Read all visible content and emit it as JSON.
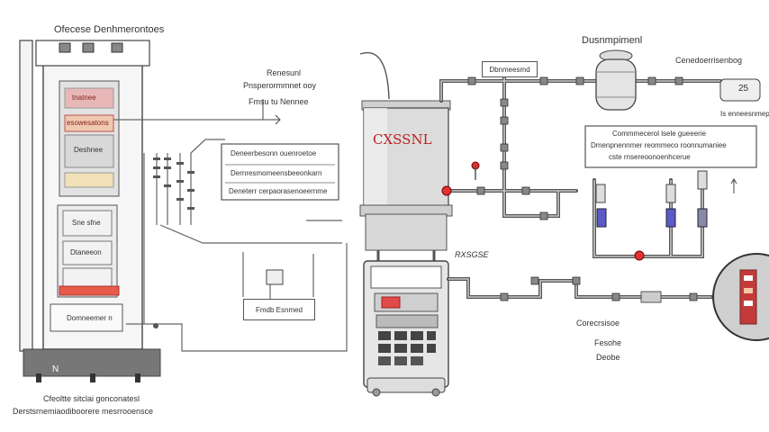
{
  "labels": {
    "top_left_title": "Ofecese Denhmerontoes",
    "note_title": "Renesunl",
    "note_line1": "Pnsperormmnet ooy",
    "note_line2": "Fmsu tu Nennee",
    "top_right_title": "Dusnmpimenl",
    "top_right_label": "Cenedoerrisenbog",
    "vessel_text": "CXSSNL",
    "top_box": "Dbnmeesmd",
    "right_small": "25",
    "right_small_caption": "Is enneesnmep",
    "right_box_line1": "Commmecerol lsele gueeerie",
    "right_box_line2": "Dmenpnennmer reommeco roonnumaniee",
    "right_box_line3": "cste rnsereoonoenhcerue",
    "panel_row1": "Deneerbesonn ouenroetoe",
    "panel_row2": "Dernresmomeensbeeonkarn",
    "panel_row3": "Deneterr cerpaorasenoeernme",
    "lower_box": "Fmdb Esnmed",
    "controller_label": "RXSGSE",
    "left_block1": "tnatnee",
    "left_block2": "esowesatons",
    "left_block3": "Deshnee",
    "left_block4": "Sne sfne",
    "left_block5": "Dtaneeon",
    "left_block6": "Domneemer n",
    "n_label": "N",
    "bottom_left_line1": "Cfeoltte sitclai gonconatesl",
    "bottom_left_line2": "Derstsrnemiaodiboorere mesrrooensce",
    "bottom_right_line1": "Corecrsisoe",
    "bottom_right_line2": "Fesohe",
    "bottom_right_line3": "Deobe"
  }
}
